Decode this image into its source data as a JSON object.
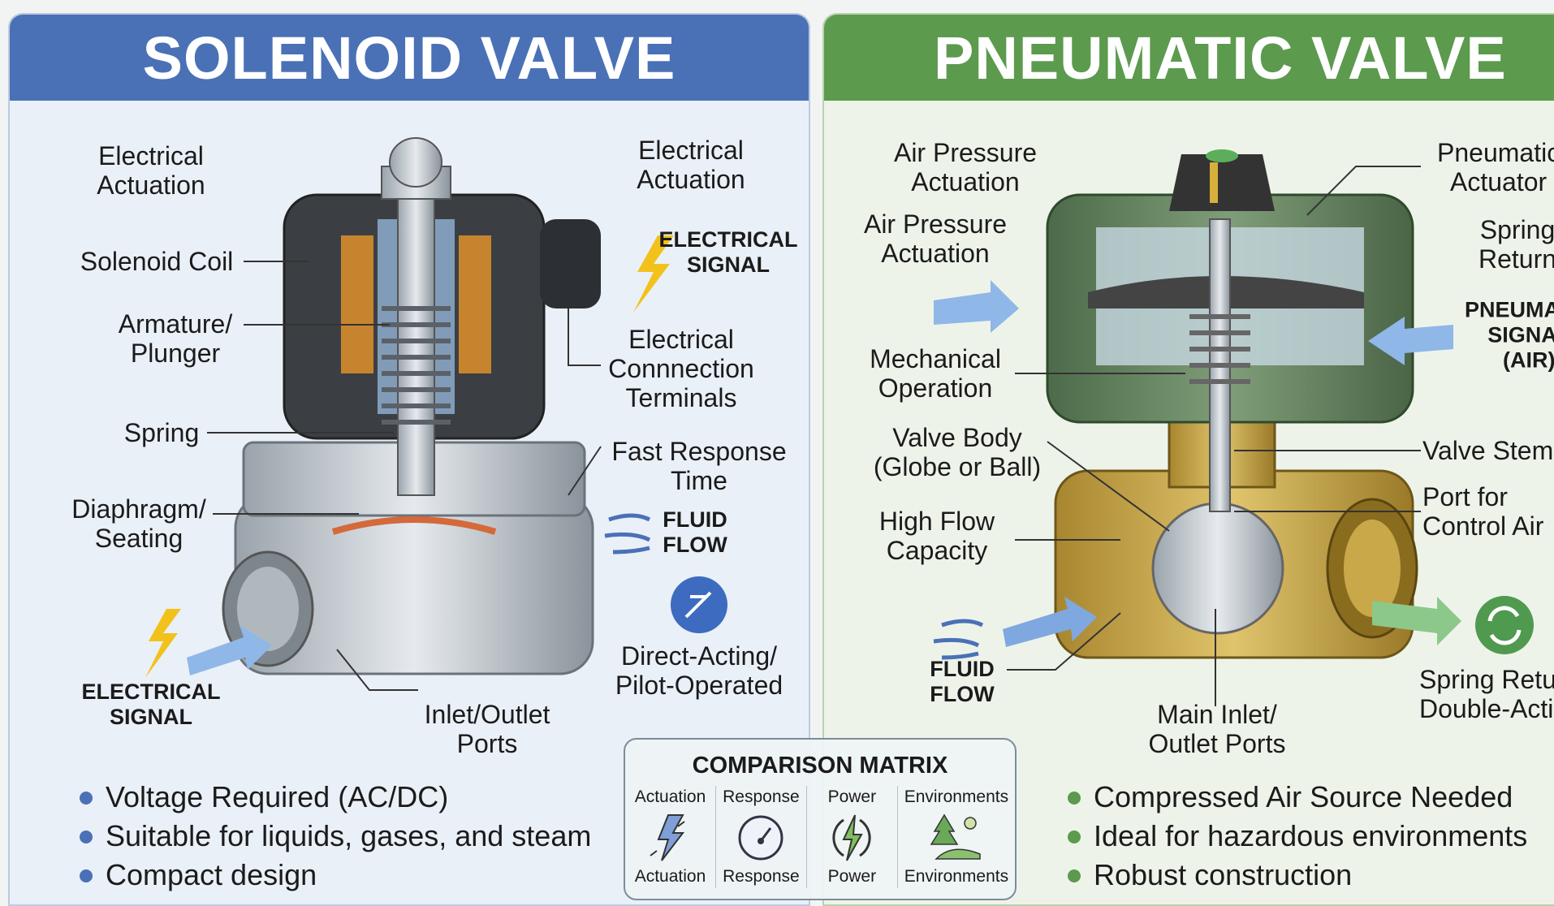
{
  "solenoid": {
    "title": "SOLENOID VALVE",
    "labels": {
      "electrical_actuation_left": "Electrical\nActuation",
      "solenoid_coil": "Solenoid Coil",
      "armature": "Armature/\nPlunger",
      "spring": "Spring",
      "diaphragm": "Diaphragm/\nSeating",
      "electrical_signal_bottom": "ELECTRICAL\nSIGNAL",
      "inlet_outlet": "Inlet/Outlet\nPorts",
      "electrical_actuation_right": "Electrical\nActuation",
      "electrical_signal_top": "ELECTRICAL\nSIGNAL",
      "terminals": "Electrical\nConnnection\nTerminals",
      "fast_response": "Fast Response\nTime",
      "fluid_flow": "FLUID\nFLOW",
      "direct_acting": "Direct-Acting/\nPilot-Operated"
    },
    "bullets": [
      "Voltage Required (AC/DC)",
      "Suitable for liquids, gases, and steam",
      "Compact design"
    ]
  },
  "pneumatic": {
    "title": "PNEUMATIC VALVE",
    "labels": {
      "air_pressure_1": "Air Pressure\nActuation",
      "air_pressure_2": "Air Pressure\nActuation",
      "mechanical": "Mechanical\nOperation",
      "valve_body": "Valve Body\n(Globe or Ball)",
      "high_flow": "High Flow\nCapacity",
      "fluid_flow": "FLUID\nFLOW",
      "main_ports": "Main Inlet/\nOutlet Ports",
      "actuator": "Pneumatic\nActuator",
      "spring_return": "Spring\nReturn",
      "pneumatic_signal": "PNEUMATIC\nSIGNAL\n(AIR)",
      "valve_stem": "Valve Stem",
      "control_port": "Port for\nControl Air",
      "return_mode": "Spring Return/\nDouble-Acting"
    },
    "bullets": [
      "Compressed Air Source Needed",
      "Ideal for hazardous environments",
      "Robust construction"
    ]
  },
  "matrix": {
    "title": "COMPARISON MATRIX",
    "columns": [
      {
        "top": "Actuation",
        "bottom": "Actuation",
        "icon": "lightning-icon"
      },
      {
        "top": "Response",
        "bottom": "Response",
        "icon": "gauge-icon"
      },
      {
        "top": "Power",
        "bottom": "Power",
        "icon": "power-bolt-icon"
      },
      {
        "top": "Environments",
        "bottom": "Environments",
        "icon": "tree-sun-icon"
      }
    ]
  },
  "colors": {
    "solenoid_header": "#4a71b6",
    "pneumatic_header": "#5c9a4e",
    "signal": "#f2c21b"
  }
}
